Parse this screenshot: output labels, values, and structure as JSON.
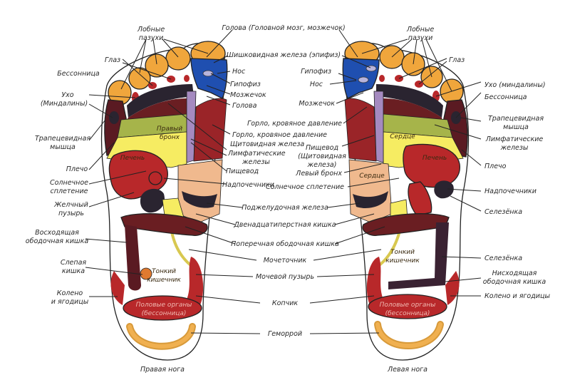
{
  "colors": {
    "toe": "#f0a63c",
    "brain_blue": "#1f4fb0",
    "pituitary": "#b8b4dc",
    "red": "#b8282a",
    "maroon": "#6a1e22",
    "dark": "#2a2430",
    "green": "#a6b44a",
    "yellow": "#f6ec62",
    "peach": "#f0b98e",
    "lavender": "#a58ac0",
    "orange": "#e07a30",
    "heel_arc": "#eca84a"
  },
  "right_foot": {
    "caption": "Правая нога",
    "inner_labels": {
      "right_bronchus": [
        "Правый",
        "бронх"
      ],
      "liver": "Печень",
      "small_intestine": [
        "Тонкий",
        "кишечник"
      ],
      "genitals": [
        "Половые органы",
        "(бессонница)"
      ]
    },
    "left_labels": {
      "frontal_sinuses": [
        "Лобные",
        "пазухи"
      ],
      "eye": "Глаз",
      "insomnia": "Бессонница",
      "ear": [
        "Ухо",
        "(Миндалины)"
      ],
      "trapezius": [
        "Трапецевидная",
        "мышца"
      ],
      "shoulder": "Плечо",
      "solar_plexus": [
        "Солнечное",
        "сплетение"
      ],
      "gallbladder": [
        "Желчный",
        "пузырь"
      ],
      "ascending_colon": [
        "Восходящая",
        "ободочная кишка"
      ],
      "cecum": [
        "Слепая",
        "кишка"
      ],
      "knee": [
        "Колено",
        "и ягодицы"
      ]
    }
  },
  "center_labels": {
    "head_brain": "Голова (Головной мозг, мозжечок)",
    "pineal": "Шишковидная железа (эпифиз)",
    "r_nose": "Нос",
    "r_pituitary": "Гипофиз",
    "r_cerebellum": "Мозжечок",
    "r_head": "Голова",
    "r_throat": "Горло, кровяное давление",
    "r_thyroid": "Щитовидная железа",
    "r_lymph": [
      "Лимфатические",
      "железы"
    ],
    "r_esophagus": "Пищевод",
    "r_adrenals": "Надпочечники",
    "l_pituitary": "Гипофиз",
    "l_nose": "Нос",
    "l_cerebellum": "Мозжечок",
    "l_throat": "Горло, кровяное давление",
    "l_esophagus": [
      "Пищевод",
      "(Щитовидная",
      "железа)"
    ],
    "l_bronchus": "Левый бронх",
    "solar_plexus": "Солнечное сплетение",
    "pancreas": "Поджелудочная железа",
    "duodenum": "Двенадцатиперстная кишка",
    "transverse_colon": "Поперечная ободочная кишка",
    "ureter": "Мочеточник",
    "bladder": "Мочевой пузырь",
    "coccyx": "Копчик",
    "hemorrhoids": "Геморрой"
  },
  "left_foot": {
    "caption": "Левая нога",
    "inner_labels": {
      "heart_upper": "Сердце",
      "heart_lower": "Сердце",
      "liver": "Печень",
      "small_intestine": [
        "Тонкий",
        "кишечник"
      ],
      "genitals": [
        "Половые органы",
        "(бессонница)"
      ]
    },
    "right_labels": {
      "frontal_sinuses": [
        "Лобные",
        "пазухи"
      ],
      "eye": "Глаз",
      "ear": "Ухо (миндалины)",
      "insomnia": "Бессонница",
      "trapezius": [
        "Трапецевидная",
        "мышца"
      ],
      "lymph": [
        "Лимфатические",
        "железы"
      ],
      "shoulder": "Плечо",
      "adrenals": "Надпочечники",
      "spleen_upper": "Селезёнка",
      "spleen_lower": "Селезёнка",
      "descending_colon": [
        "Нисходящая",
        "ободочная кишка"
      ],
      "knee": "Колено и ягодицы"
    }
  }
}
